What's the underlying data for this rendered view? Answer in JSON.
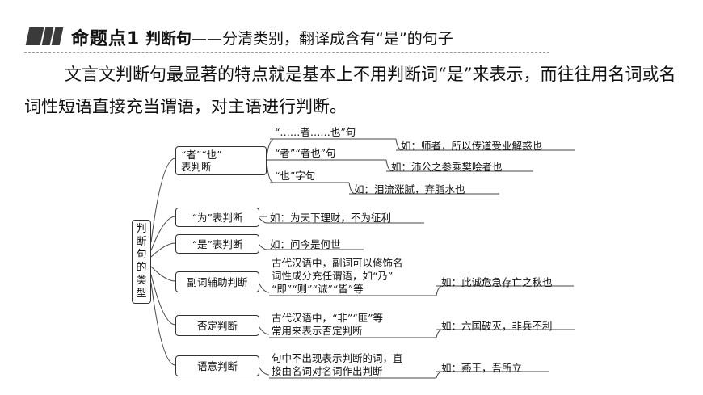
{
  "header": {
    "label": "命题点1",
    "title_bold": "判断句",
    "title_rest": "——分清类别，翻译成含有“是”的句子"
  },
  "intro": "文言文判断句最显著的特点就是基本上不用判断词“是”来表示，而往往用名词或名词性短语直接充当谓语，对主语进行判断。",
  "mindmap": {
    "root": [
      "判",
      "断",
      "句",
      "的",
      "类",
      "型"
    ],
    "b1": {
      "label_line1": "“者”“也”",
      "label_line2": "表判断",
      "subs": [
        {
          "label": "“……者……也”句",
          "example": "如：师者，所以传道受业解惑也"
        },
        {
          "label": "“者”“者也”句",
          "example": "如：沛公之参乘樊哙者也"
        },
        {
          "label": "“也”字句",
          "example": "如：泪流涨腻，弃脂水也"
        }
      ]
    },
    "b2": {
      "label": "“为”表判断",
      "example": "如：为天下理财，不为征利"
    },
    "b3": {
      "label": "“是”表判断",
      "example": "如：问今是何世"
    },
    "b4": {
      "label": "副词辅助判断",
      "note_line1": "古代汉语中，副词可以修饰名",
      "note_line2": "词性成分充任谓语，如“乃”",
      "note_line3": "“即”“则”“诚”“皆”等",
      "example": "如：此诚危急存亡之秋也"
    },
    "b5": {
      "label": "否定判断",
      "note_line1": "古代汉语中，“非”“匪”等",
      "note_line2": "常用来表示否定判断",
      "example": "如：六国破灭，非兵不利"
    },
    "b6": {
      "label": "语意判断",
      "note_line1": "句中不出现表示判断的词，直",
      "note_line2": "接由名词对名词作出判断",
      "example": "如：燕王，吾所立"
    }
  }
}
